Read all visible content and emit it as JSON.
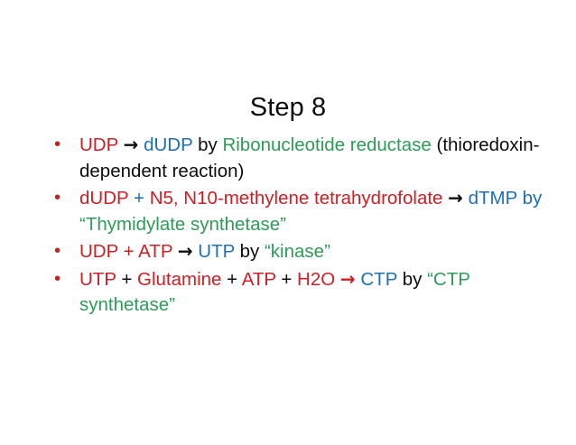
{
  "slide": {
    "title": "Step 8",
    "background_color": "#ffffff",
    "bullet_marker": "•",
    "bullet_marker_color": "#c0231e",
    "colors": {
      "red": "#cc2027",
      "blue": "#1f6fb4",
      "green": "#2e9b58",
      "black": "#0d0d0d"
    },
    "bullets": [
      {
        "id": "bullet-1",
        "plain_text": "UDP → dUDP by Ribonucleotide reductase (thioredoxin-dependent reaction)",
        "runs": [
          {
            "text": "UDP ",
            "color": "red"
          },
          {
            "text": "→",
            "color": "black",
            "is_arrow": true
          },
          {
            "text": " dUDP ",
            "color": "blue"
          },
          {
            "text": "by ",
            "color": "black"
          },
          {
            "text": "Ribonucleotide reductase",
            "color": "green"
          },
          {
            "text": " (thioredoxin-dependent reaction)",
            "color": "black"
          }
        ]
      },
      {
        "id": "bullet-2",
        "plain_text": "dUDP + N5, N10-methylene tetrahydrofolate → dTMP by “Thymidylate synthetase”",
        "runs": [
          {
            "text": "dUDP ",
            "color": "red"
          },
          {
            "text": "+",
            "color": "blue"
          },
          {
            "text": " N5, N10-methylene tetrahydrofolate ",
            "color": "red"
          },
          {
            "text": "→",
            "color": "black",
            "is_arrow": true
          },
          {
            "text": " dTMP by ",
            "color": "blue"
          },
          {
            "text": "“Thymidylate synthetase”",
            "color": "green"
          }
        ]
      },
      {
        "id": "bullet-3",
        "plain_text": "UDP + ATP → UTP by “kinase”",
        "runs": [
          {
            "text": "UDP + ATP ",
            "color": "red"
          },
          {
            "text": "→",
            "color": "black",
            "is_arrow": true
          },
          {
            "text": " UTP ",
            "color": "blue"
          },
          {
            "text": "by ",
            "color": "black"
          },
          {
            "text": "“kinase”",
            "color": "green"
          }
        ]
      },
      {
        "id": "bullet-4",
        "plain_text": "UTP + Glutamine + ATP + H2O → CTP by “CTP synthetase”",
        "runs": [
          {
            "text": "UTP ",
            "color": "red"
          },
          {
            "text": "+",
            "color": "black"
          },
          {
            "text": " Glutamine ",
            "color": "red"
          },
          {
            "text": "+",
            "color": "black"
          },
          {
            "text": " ATP ",
            "color": "red"
          },
          {
            "text": "+",
            "color": "black"
          },
          {
            "text": " H2O ",
            "color": "red"
          },
          {
            "text": "→",
            "color": "red",
            "is_arrow": true
          },
          {
            "text": " CTP ",
            "color": "blue"
          },
          {
            "text": "by ",
            "color": "black"
          },
          {
            "text": "“CTP synthetase”",
            "color": "green"
          }
        ]
      }
    ]
  }
}
